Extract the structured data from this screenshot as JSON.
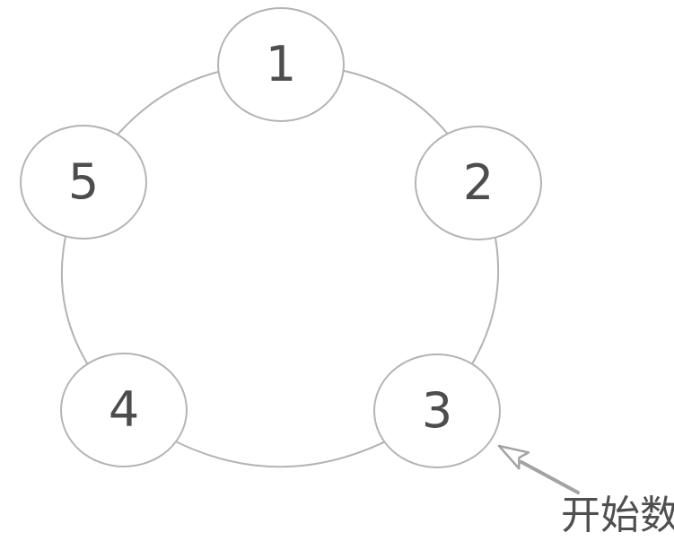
{
  "figure": {
    "type": "counting-circle-diagram",
    "colors": {
      "line_color": "#b4b4b4",
      "number_color": "#4d4d4d",
      "annotation_color": "#4f4f4f",
      "arrow_color": "#a3a3a3",
      "bg_color": "#ffffff"
    }
  },
  "nodes": [
    {
      "label": "1"
    },
    {
      "label": "2"
    },
    {
      "label": "3"
    },
    {
      "label": "4"
    },
    {
      "label": "5"
    }
  ],
  "annotation": {
    "label": "开始数",
    "target_node": "3"
  }
}
